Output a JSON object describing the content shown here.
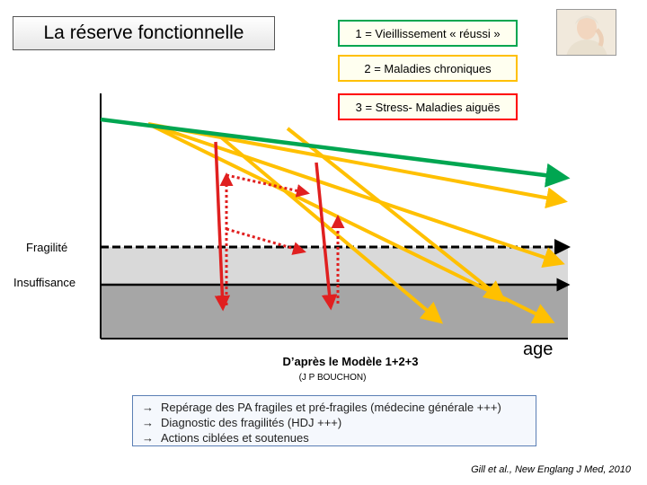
{
  "title": "La réserve fonctionnelle",
  "legend": {
    "item1": "1 = Vieillissement « réussi »",
    "item2": "2 = Maladies chroniques",
    "item3": "3 = Stress- Maladies aiguës"
  },
  "labels": {
    "fragilite": "Fragilité",
    "insuffisance": "Insuffisance",
    "age": "age"
  },
  "caption": {
    "main": "D’après le Modèle 1+2+3",
    "sub": "(J P BOUCHON)"
  },
  "bullets": {
    "arrow": "→",
    "items": [
      "Repérage des PA fragiles et pré-fragiles (médecine générale +++)",
      "Diagnostic des fragilités (HDJ +++)",
      "Actions ciblées et soutenues"
    ]
  },
  "reference": "Gill et al., New Englang J Med, 2010",
  "colors": {
    "green": "#00a651",
    "yellow": "#ffc000",
    "red": "#e02020",
    "frailty_band": "#d9d9d9",
    "insufficiency_band": "#a6a6a6"
  },
  "icons": {
    "photo": "elderly-person-photo"
  }
}
